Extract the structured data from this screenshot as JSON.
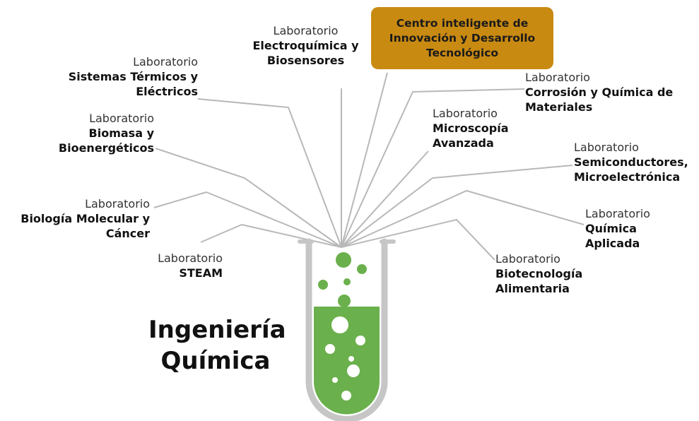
{
  "title": {
    "line1": "Ingeniería",
    "line2": "Química"
  },
  "center_box": {
    "line1": "Centro inteligente de",
    "line2": "Innovación y Desarrollo",
    "line3": "Tecnológico"
  },
  "labs": [
    {
      "kind": "Laboratorio",
      "name_lines": [
        "Electroquímica y",
        "Biosensores"
      ]
    },
    {
      "kind": "Laboratorio",
      "name_lines": [
        "Sistemas Térmicos y",
        "Eléctricos"
      ]
    },
    {
      "kind": "Laboratorio",
      "name_lines": [
        "Biomasa y",
        "Bioenergéticos"
      ]
    },
    {
      "kind": "Laboratorio",
      "name_lines": [
        "Biología Molecular y",
        "Cáncer"
      ]
    },
    {
      "kind": "Laboratorio",
      "name_lines": [
        "STEAM"
      ]
    },
    {
      "kind": "Laboratorio",
      "name_lines": [
        "Corrosión y Química de",
        "Materiales"
      ]
    },
    {
      "kind": "Laboratorio",
      "name_lines": [
        "Microscopía",
        "Avanzada"
      ]
    },
    {
      "kind": "Laboratorio",
      "name_lines": [
        "Semiconductores,",
        "Microelectrónica"
      ]
    },
    {
      "kind": "Laboratorio",
      "name_lines": [
        "Química",
        "Aplicada"
      ]
    },
    {
      "kind": "Laboratorio",
      "name_lines": [
        "Biotecnología",
        "Alimentaria"
      ]
    }
  ],
  "colors": {
    "connector": "#b8b8b8",
    "tube": "#c6c6c6",
    "liquid": "#6ab04c",
    "bubble": "#6ab04c",
    "inner_bubble": "#ffffff",
    "center_box": "#c98a12"
  }
}
